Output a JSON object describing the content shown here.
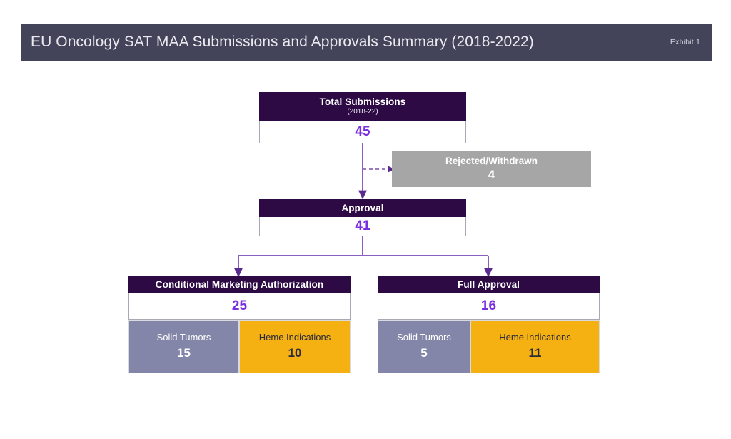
{
  "header": {
    "title": "EU Oncology SAT MAA Submissions and Approvals Summary (2018-2022)",
    "exhibit": "Exhibit 1",
    "bar_color": "#434459"
  },
  "colors": {
    "node_header": "#2d0a44",
    "value_text": "#7a2fe0",
    "grey_node": "#a6a6a6",
    "solid_tumors": "#8386a8",
    "heme_indications": "#f5b012",
    "connector": "#7a4fa8",
    "card_border": "#a8a9b4"
  },
  "diagram": {
    "type": "flowchart",
    "nodes": {
      "total_submissions": {
        "title": "Total Submissions",
        "subtitle": "(2018-22)",
        "value": "45"
      },
      "rejected_withdrawn": {
        "title": "Rejected/Withdrawn",
        "value": "4"
      },
      "approval": {
        "title": "Approval",
        "value": "41"
      },
      "conditional_marketing_authorization": {
        "title": "Conditional Marketing Authorization",
        "value": "25",
        "breakdown": [
          {
            "label": "Solid Tumors",
            "value": "15"
          },
          {
            "label": "Heme Indications",
            "value": "10"
          }
        ]
      },
      "full_approval": {
        "title": "Full Approval",
        "value": "16",
        "breakdown": [
          {
            "label": "Solid Tumors",
            "value": "5"
          },
          {
            "label": "Heme Indications",
            "value": "11"
          }
        ]
      }
    },
    "edges": [
      {
        "from": "total_submissions",
        "to": "rejected_withdrawn",
        "style": "dashed"
      },
      {
        "from": "total_submissions",
        "to": "approval",
        "style": "solid"
      },
      {
        "from": "approval",
        "to": "conditional_marketing_authorization",
        "style": "solid"
      },
      {
        "from": "approval",
        "to": "full_approval",
        "style": "solid"
      }
    ]
  }
}
